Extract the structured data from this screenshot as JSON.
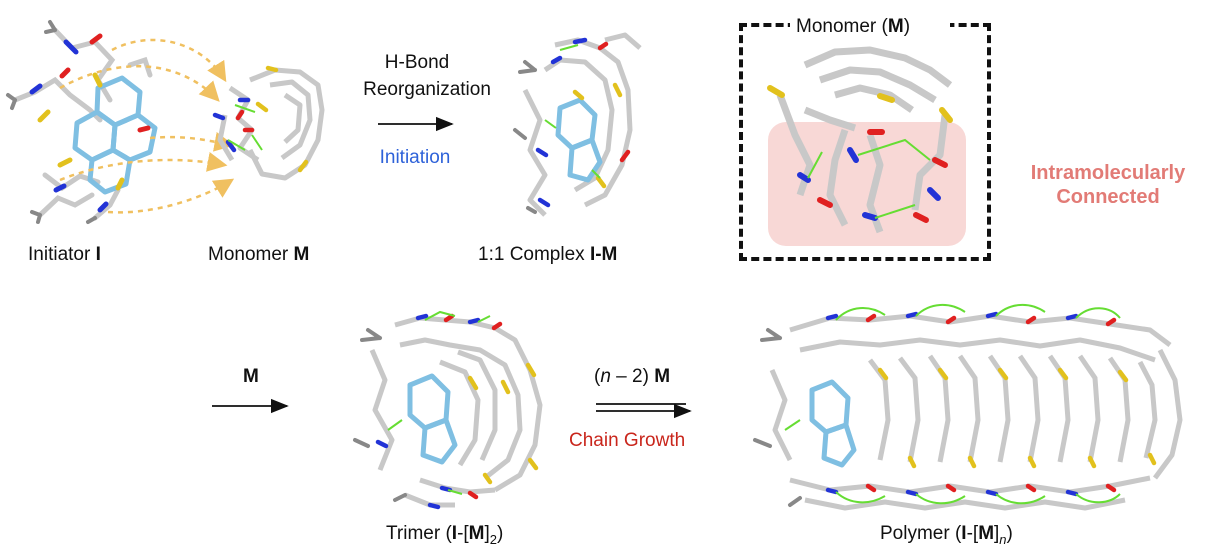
{
  "step1": {
    "arrow_top_label": "H-Bond",
    "arrow_mid_label": "Reorganization",
    "arrow_bottom_label": "Initiation",
    "colors": {
      "initiation": "#2e62d9"
    }
  },
  "step2": {
    "arrow_label": "M"
  },
  "step3": {
    "arrow_label_prefix": "(",
    "arrow_label_n": "n",
    "arrow_label_rest": " – 2) ",
    "arrow_label_bold": "M",
    "arrow_bottom_label": "Chain Growth",
    "colors": {
      "chain_growth": "#c9261c"
    }
  },
  "structures": {
    "initiator": {
      "label": "Initiator ",
      "label_bold": "I"
    },
    "monomer": {
      "label": "Monomer ",
      "label_bold": "M"
    },
    "complex": {
      "label": "1:1 Complex ",
      "label_bold": "I-M"
    },
    "trimer": {
      "label": "Trimer (",
      "label_bold": "I",
      "label_mid": "-[",
      "label_bold2": "M",
      "label_close": "]",
      "label_sub": "2",
      "label_end": ")"
    },
    "polymer": {
      "label": "Polymer (",
      "label_bold": "I",
      "label_mid": "-[",
      "label_bold2": "M",
      "label_close": "]",
      "label_sub": "n",
      "label_end": ")"
    }
  },
  "inset": {
    "title": "Monomer (",
    "title_bold": "M",
    "title_end": ")",
    "side_label_line1": "Intramolecularly",
    "side_label_line2": "Connected",
    "colors": {
      "highlight": "#f8d8d6",
      "side_label": "#e27b76"
    }
  },
  "icons": {
    "molecule_color_carbon": "#c8c8c8",
    "molecule_color_initiator": "#7fbfe2",
    "molecule_color_sulfur": "#e2c11d",
    "molecule_color_nitrogen": "#2233d6",
    "molecule_color_oxygen": "#e02020",
    "hbond_color": "#66dd33",
    "guide_arrow_color": "#f0c060"
  }
}
